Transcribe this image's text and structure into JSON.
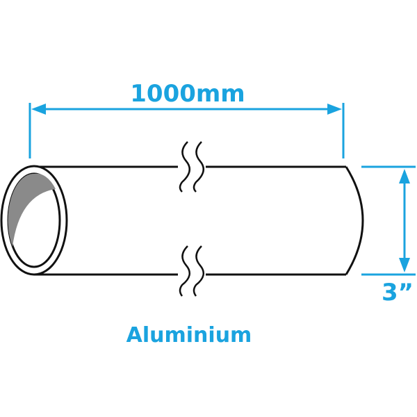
{
  "drawing": {
    "length_label": "1000mm",
    "diameter_label": "3”",
    "material_label": "Aluminium"
  },
  "colors": {
    "dimension": "#1aa3df",
    "outline": "#111111",
    "inner_shade": "#8a8a8a",
    "background": "#ffffff"
  },
  "icons": {
    "break_symbol": "double-wavy-break-lines"
  }
}
